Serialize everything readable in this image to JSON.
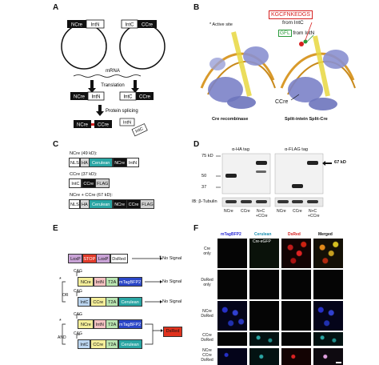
{
  "panels": {
    "a": "A",
    "b": "B",
    "c": "C",
    "d": "D",
    "e": "E",
    "f": "F"
  },
  "a": {
    "plasmid1": {
      "seg1": "NCre",
      "seg2": "IntN"
    },
    "plasmid2": {
      "seg1": "IntC",
      "seg2": "CCre"
    },
    "mrna": "mRNA",
    "translation": "Translation",
    "left_protein": {
      "a": "NCre",
      "b": "IntN"
    },
    "right_protein": {
      "a": "IntC",
      "b": "CCre"
    },
    "splicing": "Protein splicing",
    "product": {
      "a": "NCre",
      "b": "CCre"
    },
    "free": {
      "a": "IntN",
      "b": "IntC"
    }
  },
  "b": {
    "active_site": "* Active site",
    "seq": "KGCFNKEDGS",
    "from_intc": "from IntC",
    "gfl": "GFL",
    "from_intn": "from IntN",
    "ccre": "CCre",
    "cap_left": "Cre recombinase",
    "cap_right": "Split-intein Split-Cre"
  },
  "c": {
    "row1_title": "NCre (49 kD):",
    "row1": [
      "NLS",
      "HA",
      "Cerulean",
      "NCre",
      "IntN"
    ],
    "row2_title": "CCre (37 kD):",
    "row2": [
      "IntC",
      "CCre",
      "FLAG"
    ],
    "row3_title": "NCre + CCre (67 kD):",
    "row3": [
      "NLS",
      "HA",
      "Cerulean",
      "NCre",
      "CCre",
      "FLAG"
    ]
  },
  "d": {
    "ha": "α-HA tag",
    "flag": "α-FLAG tag",
    "mw": [
      "75 kD",
      "50",
      "37"
    ],
    "kd67": "67 kD",
    "ib": "IB: β-Tubulin",
    "lanes": [
      "NCre",
      "CCre",
      "N+C\n+CCre"
    ],
    "lane3a": "N+C",
    "lane3b": "+CCre"
  },
  "e": {
    "reporter": [
      "LoxP",
      "STOP",
      "LoxP",
      "DsRed"
    ],
    "no_signal": "No Signal",
    "cag": "CAG",
    "star": "*",
    "or": "OR",
    "and": "AND",
    "rowA": [
      "NCre",
      "IntN",
      "T2A",
      "mTagBFP2"
    ],
    "rowB": [
      "IntC",
      "CCre",
      "T2A",
      "Cerulean"
    ],
    "dsred": "DsRed"
  },
  "f": {
    "cols": [
      "mTagBFP2",
      "Cerulean",
      "DsRed",
      "Merged"
    ],
    "col_colors": [
      "#2b2bd6",
      "#1a8fb0",
      "#d62020",
      "#111111"
    ],
    "overlay": "Cre-eGFP",
    "rows": [
      "Cre\nonly",
      "DsRed\nonly",
      "NCre\nDsRed",
      "CCre\nDsRed",
      "NCre\nCCre\nDsRed"
    ],
    "row_lines": [
      [
        "Cre",
        "only"
      ],
      [
        "DsRed",
        "only"
      ],
      [
        "NCre",
        "DsRed"
      ],
      [
        "CCre",
        "DsRed"
      ],
      [
        "NCre",
        "CCre",
        "DsRed"
      ]
    ]
  },
  "colors": {
    "ncre": "#111111",
    "cerulean": "#2aa6a4",
    "ha": "#d8d8d8",
    "flag": "#d0d0d0",
    "stop": "#e23b2b",
    "loxp": "#c9a3d6",
    "ncre_yellow": "#f4ee9a",
    "intn_pink": "#f4c2c2",
    "intc_blue": "#bcd6f0",
    "t2a": "#b9e4b0",
    "mtag": "#2b47c8",
    "dsred": "#e0321d"
  }
}
